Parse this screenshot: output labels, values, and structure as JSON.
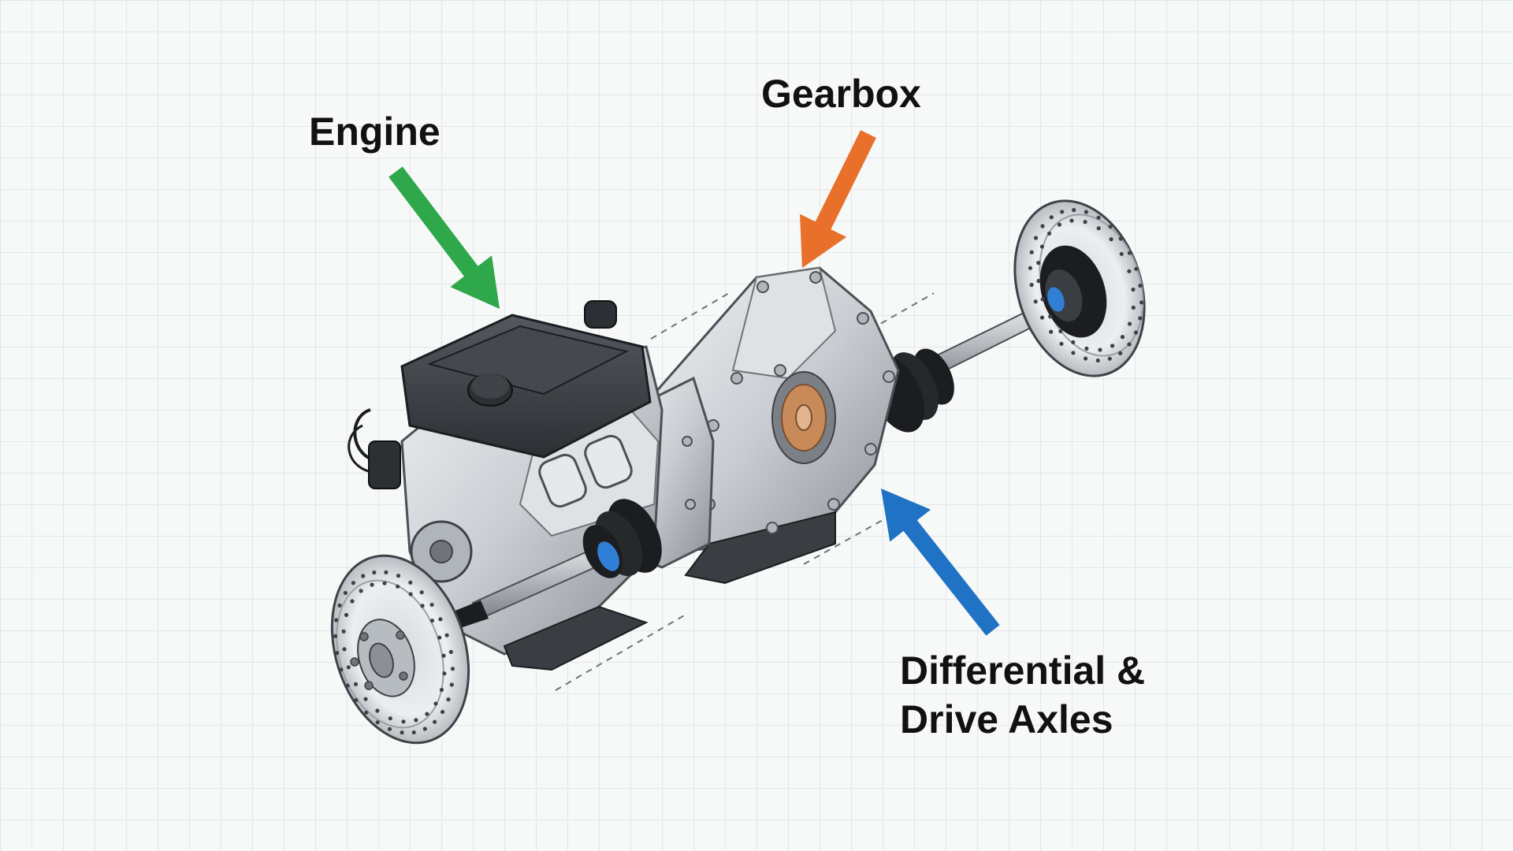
{
  "labels": {
    "engine": "Engine",
    "gearbox": "Gearbox",
    "differential_line1": "Differential &",
    "differential_line2": "Drive Axles"
  },
  "colors": {
    "engine_arrow": "#2ea84a",
    "gearbox_arrow": "#e8702a",
    "differential_arrow": "#1f72c4",
    "background": "#f7f8f8",
    "grid": "#e3e6e8",
    "engine_cover": "#3a3d42",
    "metal": "#c9cdd2",
    "metal_dark": "#8a9096",
    "rubber": "#1c1d20",
    "seal": "#2f7fd6",
    "gear": "#c98a5a"
  },
  "icons": {
    "engine": "engine-block-illustration",
    "gearbox": "gearbox-housing-illustration",
    "axles": "drive-axle-illustration",
    "discs": "brake-disc-illustration"
  }
}
